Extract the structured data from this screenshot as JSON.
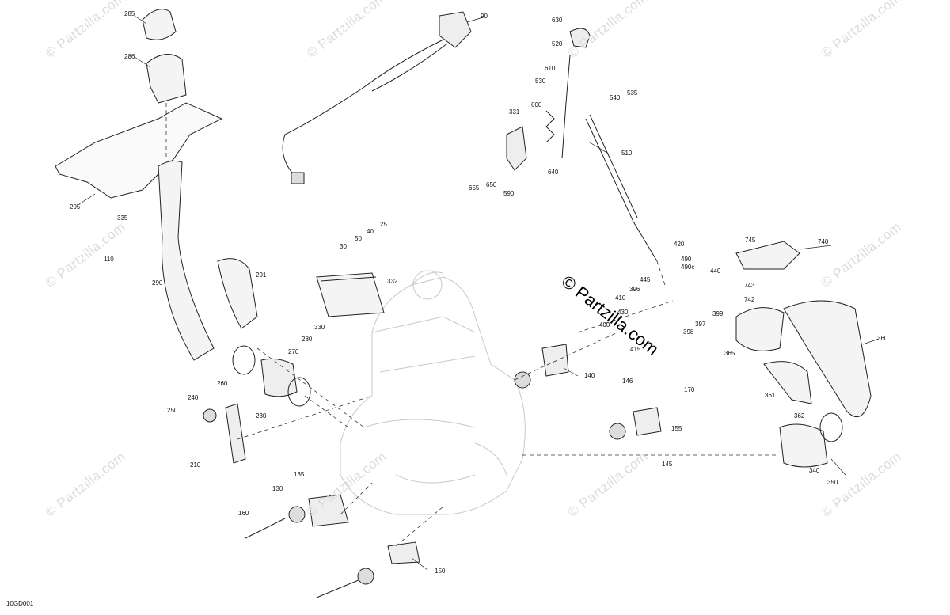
{
  "diagram_code": "10GD001",
  "watermark_text": "© Partzilla.com",
  "center_watermark_text": "© Partzilla.com",
  "callouts": [
    "285",
    "286",
    "295",
    "335",
    "110",
    "290",
    "291",
    "90",
    "630",
    "520",
    "610",
    "530",
    "540",
    "535",
    "331",
    "600",
    "510",
    "655",
    "650",
    "590",
    "640",
    "25",
    "40",
    "50",
    "30",
    "332",
    "330",
    "420",
    "490",
    "490c",
    "440",
    "445",
    "396",
    "410",
    "430",
    "400",
    "415",
    "397",
    "398",
    "399",
    "745",
    "740",
    "743",
    "742",
    "365",
    "360",
    "361",
    "362",
    "340",
    "350",
    "280",
    "270",
    "260",
    "240",
    "250",
    "230",
    "210",
    "140",
    "146",
    "170",
    "155",
    "145",
    "135",
    "130",
    "160",
    "150"
  ],
  "colors": {
    "line": "#222222",
    "ghost": "#c8c8c8",
    "fill": "#f4f4f4",
    "dark": "#555555"
  }
}
